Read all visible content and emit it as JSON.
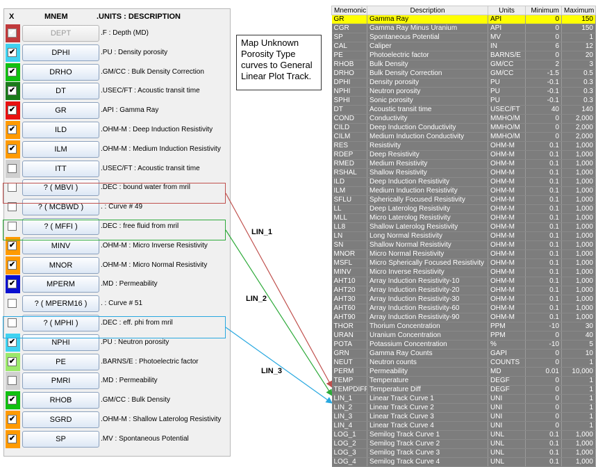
{
  "left_panel": {
    "header": {
      "x": "X",
      "mnem": "MNEM",
      "units_desc": ".UNITS  : DESCRIPTION"
    },
    "rows": [
      {
        "mnem": "DEPT",
        "desc": ".F : Depth (MD)",
        "checked": true,
        "color": "#c0393b",
        "dim": true,
        "disabled": true
      },
      {
        "mnem": "DPHI",
        "desc": ".PU : Density porosity",
        "checked": true,
        "color": "#3fd2f0"
      },
      {
        "mnem": "DRHO",
        "desc": ".GM/CC : Bulk Density Correction",
        "checked": true,
        "color": "#10c010"
      },
      {
        "mnem": "DT",
        "desc": ".USEC/FT : Acoustic transit time",
        "checked": true,
        "color": "#1a7a1a"
      },
      {
        "mnem": "GR",
        "desc": ".API : Gamma Ray",
        "checked": true,
        "color": "#e81010"
      },
      {
        "mnem": "ILD",
        "desc": ".OHM-M : Deep Induction Resistivity",
        "checked": true,
        "color": "#ff9a00"
      },
      {
        "mnem": "ILM",
        "desc": ".OHM-M : Medium Induction Resistivity",
        "checked": true,
        "color": "#ff9a00"
      },
      {
        "mnem": "ITT",
        "desc": ".USEC/FT : Acoustic transit time",
        "checked": false,
        "color": "#d0d0d0"
      },
      {
        "mnem": "? ( MBVI )",
        "desc": ".DEC : bound water from mril",
        "checked": false,
        "color": ""
      },
      {
        "mnem": "? ( MCBWD )",
        "desc": ". : Curve #  49",
        "checked": false,
        "color": ""
      },
      {
        "mnem": "? ( MFFI )",
        "desc": ".DEC : free fluid from mril",
        "checked": false,
        "color": ""
      },
      {
        "mnem": "MINV",
        "desc": ".OHM-M : Micro Inverse Resistivity",
        "checked": true,
        "color": "#ff9a00"
      },
      {
        "mnem": "MNOR",
        "desc": ".OHM-M : Micro Normal Resistivity",
        "checked": true,
        "color": "#ff9a00"
      },
      {
        "mnem": "MPERM",
        "desc": ".MD : Permeability",
        "checked": true,
        "color": "#0a10d0"
      },
      {
        "mnem": "? ( MPERM16 )",
        "desc": ". : Curve #  51",
        "checked": false,
        "color": ""
      },
      {
        "mnem": "? ( MPHI )",
        "desc": ".DEC : eff. phi from mril",
        "checked": false,
        "color": ""
      },
      {
        "mnem": "NPHI",
        "desc": ".PU : Neutron porosity",
        "checked": true,
        "color": "#3fd2f0"
      },
      {
        "mnem": "PE",
        "desc": ".BARNS/E : Photoelectric factor",
        "checked": true,
        "color": "#9be86a"
      },
      {
        "mnem": "PMRI",
        "desc": ".MD : Permeability",
        "checked": false,
        "color": "#d0d0d0"
      },
      {
        "mnem": "RHOB",
        "desc": ".GM/CC : Bulk Density",
        "checked": true,
        "color": "#10c010"
      },
      {
        "mnem": "SGRD",
        "desc": ".OHM-M : Shallow Laterolog Resistivity",
        "checked": true,
        "color": "#ff9a00"
      },
      {
        "mnem": "SP",
        "desc": ".MV : Spontaneous Potential",
        "checked": true,
        "color": "#ff9a00"
      }
    ]
  },
  "note": {
    "text": "Map Unknown Porosity Type curves to General Linear Plot Track."
  },
  "mapping_labels": {
    "lin1": "LIN_1",
    "lin2": "LIN_2",
    "lin3": "LIN_3"
  },
  "colors": {
    "box1": "#c0504d",
    "box2": "#2eaa3a",
    "box3": "#28a8e0"
  },
  "right_table": {
    "headers": [
      "Mnemonic",
      "Description",
      "Units",
      "Minimum",
      "Maximum"
    ],
    "rows": [
      [
        "GR",
        "Gamma Ray",
        "API",
        "0",
        "150"
      ],
      [
        "CGR",
        "Gamma Ray Minus Uranium",
        "API",
        "0",
        "150"
      ],
      [
        "SP",
        "Spontaneous Potential",
        "MV",
        "0",
        "1"
      ],
      [
        "CAL",
        "Caliper",
        "IN",
        "6",
        "12"
      ],
      [
        "PE",
        "Photoelectric factor",
        "BARNS/E",
        "0",
        "20"
      ],
      [
        "RHOB",
        "Bulk Density",
        "GM/CC",
        "2",
        "3"
      ],
      [
        "DRHO",
        "Bulk Density Correction",
        "GM/CC",
        "-1.5",
        "0.5"
      ],
      [
        "DPHI",
        "Density porosity",
        "PU",
        "-0.1",
        "0.3"
      ],
      [
        "NPHI",
        "Neutron porosity",
        "PU",
        "-0.1",
        "0.3"
      ],
      [
        "SPHI",
        "Sonic porosity",
        "PU",
        "-0.1",
        "0.3"
      ],
      [
        "DT",
        "Acoustic transit time",
        "USEC/FT",
        "40",
        "140"
      ],
      [
        "COND",
        "Conductivity",
        "MMHO/M",
        "0",
        "2,000"
      ],
      [
        "CILD",
        "Deep Induction Conductivity",
        "MMHO/M",
        "0",
        "2,000"
      ],
      [
        "CILM",
        "Medium Induction Conductivity",
        "MMHO/M",
        "0",
        "2,000"
      ],
      [
        "RES",
        "Resistivity",
        "OHM-M",
        "0.1",
        "1,000"
      ],
      [
        "RDEP",
        "Deep Resistivity",
        "OHM-M",
        "0.1",
        "1,000"
      ],
      [
        "RMED",
        "Medium Resistivity",
        "OHM-M",
        "0.1",
        "1,000"
      ],
      [
        "RSHAL",
        "Shallow Resistivity",
        "OHM-M",
        "0.1",
        "1,000"
      ],
      [
        "ILD",
        "Deep Induction Resistivity",
        "OHM-M",
        "0.1",
        "1,000"
      ],
      [
        "ILM",
        "Medium Induction Resistivity",
        "OHM-M",
        "0.1",
        "1,000"
      ],
      [
        "SFLU",
        "Spherically Focused Resistivity",
        "OHM-M",
        "0.1",
        "1,000"
      ],
      [
        "LL",
        "Deep Laterolog Resistivity",
        "OHM-M",
        "0.1",
        "1,000"
      ],
      [
        "MLL",
        "Micro Laterolog Resistivity",
        "OHM-M",
        "0.1",
        "1,000"
      ],
      [
        "LL8",
        "Shallow Laterolog Resistivity",
        "OHM-M",
        "0.1",
        "1,000"
      ],
      [
        "LN",
        "Long Normal Resistivity",
        "OHM-M",
        "0.1",
        "1,000"
      ],
      [
        "SN",
        "Shallow Normal Resistivity",
        "OHM-M",
        "0.1",
        "1,000"
      ],
      [
        "MNOR",
        "Micro Normal Resistivity",
        "OHM-M",
        "0.1",
        "1,000"
      ],
      [
        "MSFL",
        "Micro Spherically Focused Resistivity",
        "OHM-M",
        "0.1",
        "1,000"
      ],
      [
        "MINV",
        "Micro Inverse Resistivity",
        "OHM-M",
        "0.1",
        "1,000"
      ],
      [
        "AHT10",
        "Array Induction Resistivity-10",
        "OHM-M",
        "0.1",
        "1,000"
      ],
      [
        "AHT20",
        "Array Induction Resistivity-20",
        "OHM-M",
        "0.1",
        "1,000"
      ],
      [
        "AHT30",
        "Array Induction Resistivity-30",
        "OHM-M",
        "0.1",
        "1,000"
      ],
      [
        "AHT60",
        "Array Induction Resistivity-60",
        "OHM-M",
        "0.1",
        "1,000"
      ],
      [
        "AHT90",
        "Array Induction Resistivity-90",
        "OHM-M",
        "0.1",
        "1,000"
      ],
      [
        "THOR",
        "Thorium Concentration",
        "PPM",
        "-10",
        "30"
      ],
      [
        "URAN",
        "Uranium Concentration",
        "PPM",
        "0",
        "40"
      ],
      [
        "POTA",
        "Potassium Concentration",
        "%",
        "-10",
        "5"
      ],
      [
        "GRN",
        "Gamma Ray Counts",
        "GAPI",
        "0",
        "10"
      ],
      [
        "NEUT",
        "Neutron counts",
        "COUNTS",
        "0",
        "1"
      ],
      [
        "PERM",
        "Permeability",
        "MD",
        "0.01",
        "10,000"
      ],
      [
        "TEMP",
        "Temperature",
        "DEGF",
        "0",
        "1"
      ],
      [
        "TEMPDIFF",
        "Temperature Diff",
        "DEGF",
        "0",
        "1"
      ],
      [
        "LIN_1",
        "Linear Track Curve 1",
        "UNI",
        "0",
        "1"
      ],
      [
        "LIN_2",
        "Linear Track Curve 2",
        "UNI",
        "0",
        "1"
      ],
      [
        "LIN_3",
        "Linear Track Curve 3",
        "UNI",
        "0",
        "1"
      ],
      [
        "LIN_4",
        "Linear Track Curve 4",
        "UNI",
        "0",
        "1"
      ],
      [
        "LOG_1",
        "Semilog Track Curve 1",
        "UNL",
        "0.1",
        "1,000"
      ],
      [
        "LOG_2",
        "Semilog Track Curve 2",
        "UNL",
        "0.1",
        "1,000"
      ],
      [
        "LOG_3",
        "Semilog Track Curve 3",
        "UNL",
        "0.1",
        "1,000"
      ],
      [
        "LOG_4",
        "Semilog Track Curve 4",
        "UNL",
        "0.1",
        "1,000"
      ]
    ]
  }
}
